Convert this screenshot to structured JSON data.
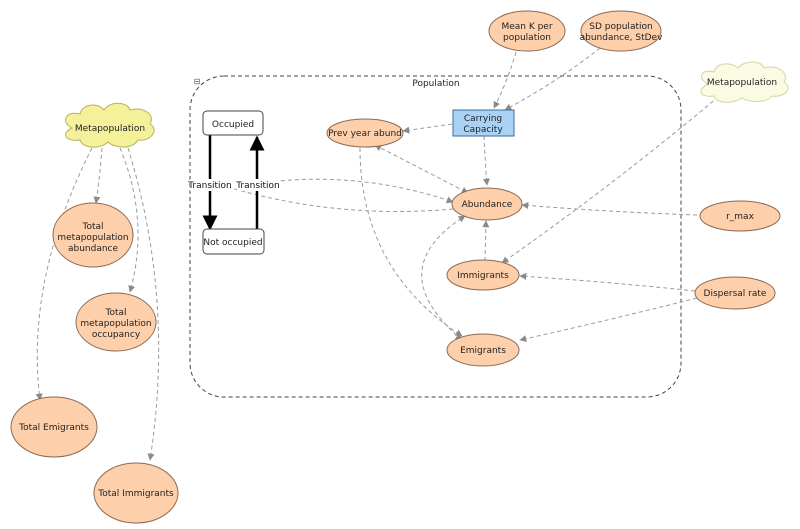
{
  "container": {
    "title": "Population",
    "collapse_symbol": "⊟"
  },
  "clouds": {
    "metapop_left": "Metapopulation",
    "metapop_right": "Metapopulation"
  },
  "states": {
    "occupied": "Occupied",
    "not_occupied": "Not occupied",
    "transition_down": "Transition",
    "transition_up": "Transition"
  },
  "stock": {
    "line1": "Carrying",
    "line2": "Capacity"
  },
  "variables": {
    "mean_k": [
      "Mean K per",
      "population"
    ],
    "sd_pop": [
      "SD population",
      "abundance, StDev"
    ],
    "prev_year": [
      "Prev year abund"
    ],
    "abundance": [
      "Abundance"
    ],
    "r_max": [
      "r_max"
    ],
    "immigrants": [
      "Immigrants"
    ],
    "dispersal": [
      "Dispersal rate"
    ],
    "emigrants": [
      "Emigrants"
    ],
    "total_abundance": [
      "Total",
      "metapopulation",
      "abundance"
    ],
    "total_occupancy": [
      "Total",
      "metapopulation",
      "occupancy"
    ],
    "total_emigrants": [
      "Total Emigrants"
    ],
    "total_immigrants": [
      "Total Immigrants"
    ]
  },
  "colors": {
    "variable_fill": "#fdcfaa",
    "variable_stroke": "#8a6a55",
    "stock_fill": "#a9d2f5",
    "stock_stroke": "#3a6a99",
    "cloud_yellow": "#f5f09a",
    "cloud_pale": "#fbfbe3",
    "link": "#9a9a9a",
    "container": "#444444"
  }
}
